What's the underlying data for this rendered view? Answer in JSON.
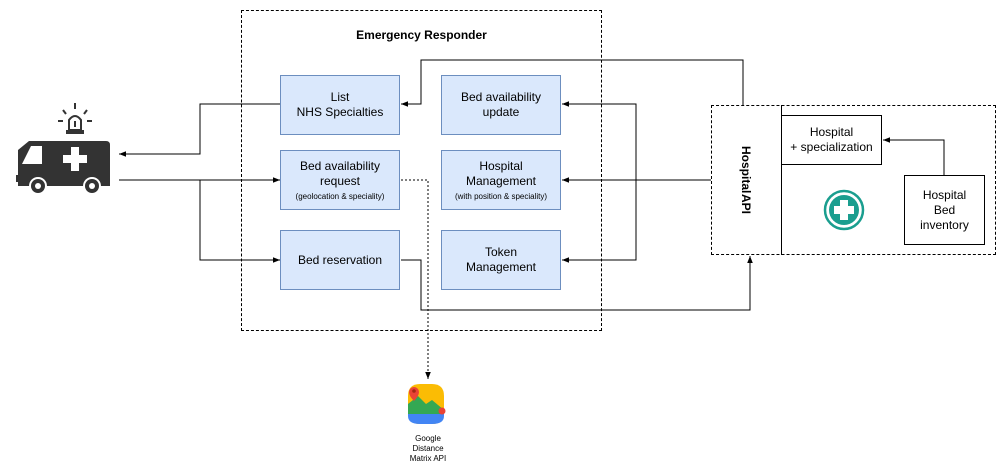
{
  "diagram": {
    "responder": {
      "title": "Emergency Responder"
    },
    "boxes": {
      "list_specialties": [
        "List",
        "NHS Specialties"
      ],
      "bed_request": [
        "Bed availability",
        "request"
      ],
      "bed_request_sub": "(geolocation & speciality)",
      "bed_reservation": "Bed reservation",
      "bed_update": [
        "Bed availability",
        "update"
      ],
      "hospital_mgmt": [
        "Hospital",
        "Management"
      ],
      "hospital_mgmt_sub": "(with position & speciality)",
      "token_mgmt": [
        "Token",
        "Management"
      ]
    },
    "hospital": {
      "api_label": [
        "Hospital",
        "API"
      ],
      "specialization": [
        "Hospital",
        "+ specialization"
      ],
      "bed_inventory": [
        "Hospital",
        "Bed",
        "inventory"
      ]
    },
    "google": {
      "label": [
        "Google",
        "Distance",
        "Matrix API"
      ]
    },
    "icons": [
      "ambulance-icon",
      "siren-icon",
      "medical-cross-icon",
      "google-maps-icon"
    ],
    "colors": {
      "box_fill": "#dae8fc",
      "box_stroke": "#6c8ebf",
      "ambulance": "#333333",
      "medical_cross": "#1a9e8f",
      "siren": "#333333"
    }
  }
}
